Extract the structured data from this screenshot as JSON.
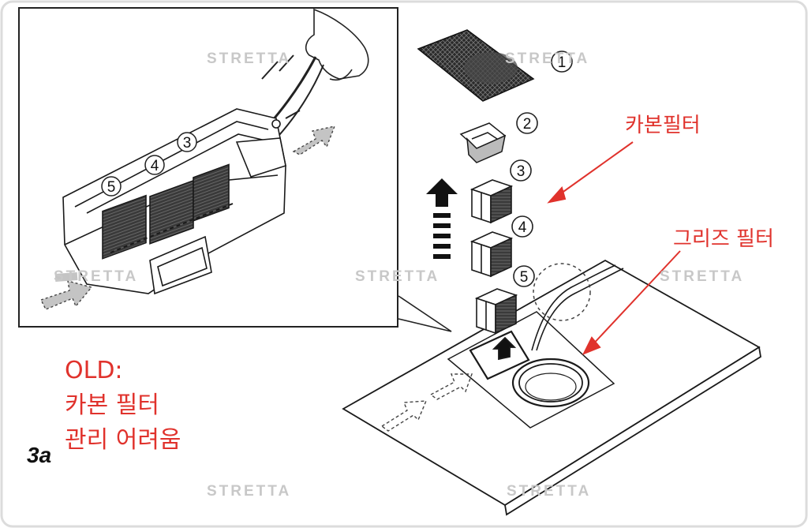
{
  "step_label": "3a",
  "annotations": {
    "carbon_filter": "카본필터",
    "grease_filter": "그리즈 필터"
  },
  "note_lines": [
    "OLD:",
    "카본 필터",
    "관리 어려움"
  ],
  "part_numbers": [
    "1",
    "2",
    "3",
    "4",
    "5"
  ],
  "inset_numbers": [
    "3",
    "4",
    "5"
  ],
  "watermark": "STRETTA",
  "colors": {
    "annotation": "#e0322c",
    "line_art": "#1a1a1a",
    "arrow_fill": "#c4c4c4"
  }
}
